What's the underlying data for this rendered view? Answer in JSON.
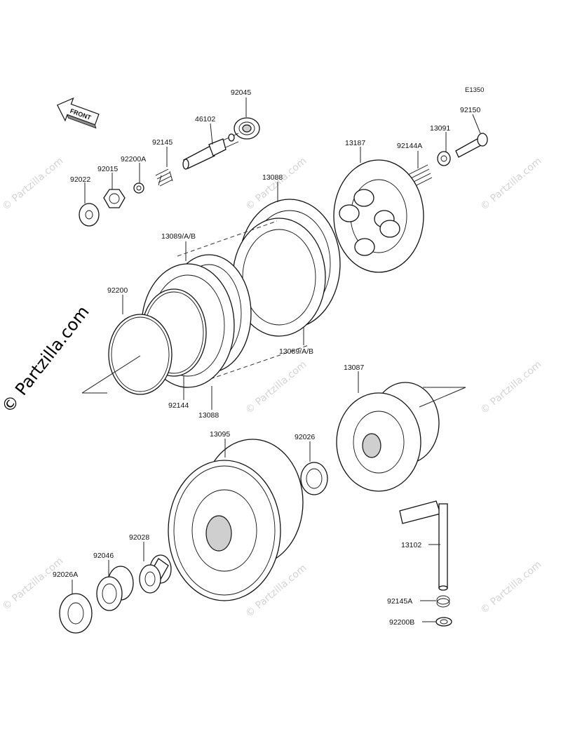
{
  "diagram_code": "E1350",
  "front_label": "FRONT",
  "watermark": "© Partzilla.com",
  "parts": [
    {
      "id": "92045",
      "label": "92045"
    },
    {
      "id": "46102",
      "label": "46102"
    },
    {
      "id": "92145",
      "label": "92145"
    },
    {
      "id": "92200A",
      "label": "92200A"
    },
    {
      "id": "92015",
      "label": "92015"
    },
    {
      "id": "92022",
      "label": "92022"
    },
    {
      "id": "13187",
      "label": "13187"
    },
    {
      "id": "13091",
      "label": "13091"
    },
    {
      "id": "92150",
      "label": "92150"
    },
    {
      "id": "92144A",
      "label": "92144A"
    },
    {
      "id": "13088-top",
      "label": "13088"
    },
    {
      "id": "13089-top",
      "label": "13089/A/B"
    },
    {
      "id": "92200",
      "label": "92200"
    },
    {
      "id": "13089-bottom",
      "label": "13089/A/B"
    },
    {
      "id": "92144",
      "label": "92144"
    },
    {
      "id": "13088-bottom",
      "label": "13088"
    },
    {
      "id": "13087",
      "label": "13087"
    },
    {
      "id": "13095",
      "label": "13095"
    },
    {
      "id": "92026",
      "label": "92026"
    },
    {
      "id": "92028",
      "label": "92028"
    },
    {
      "id": "92046",
      "label": "92046"
    },
    {
      "id": "92026A",
      "label": "92026A"
    },
    {
      "id": "13102",
      "label": "13102"
    },
    {
      "id": "92145A",
      "label": "92145A"
    },
    {
      "id": "92200B",
      "label": "92200B"
    }
  ]
}
